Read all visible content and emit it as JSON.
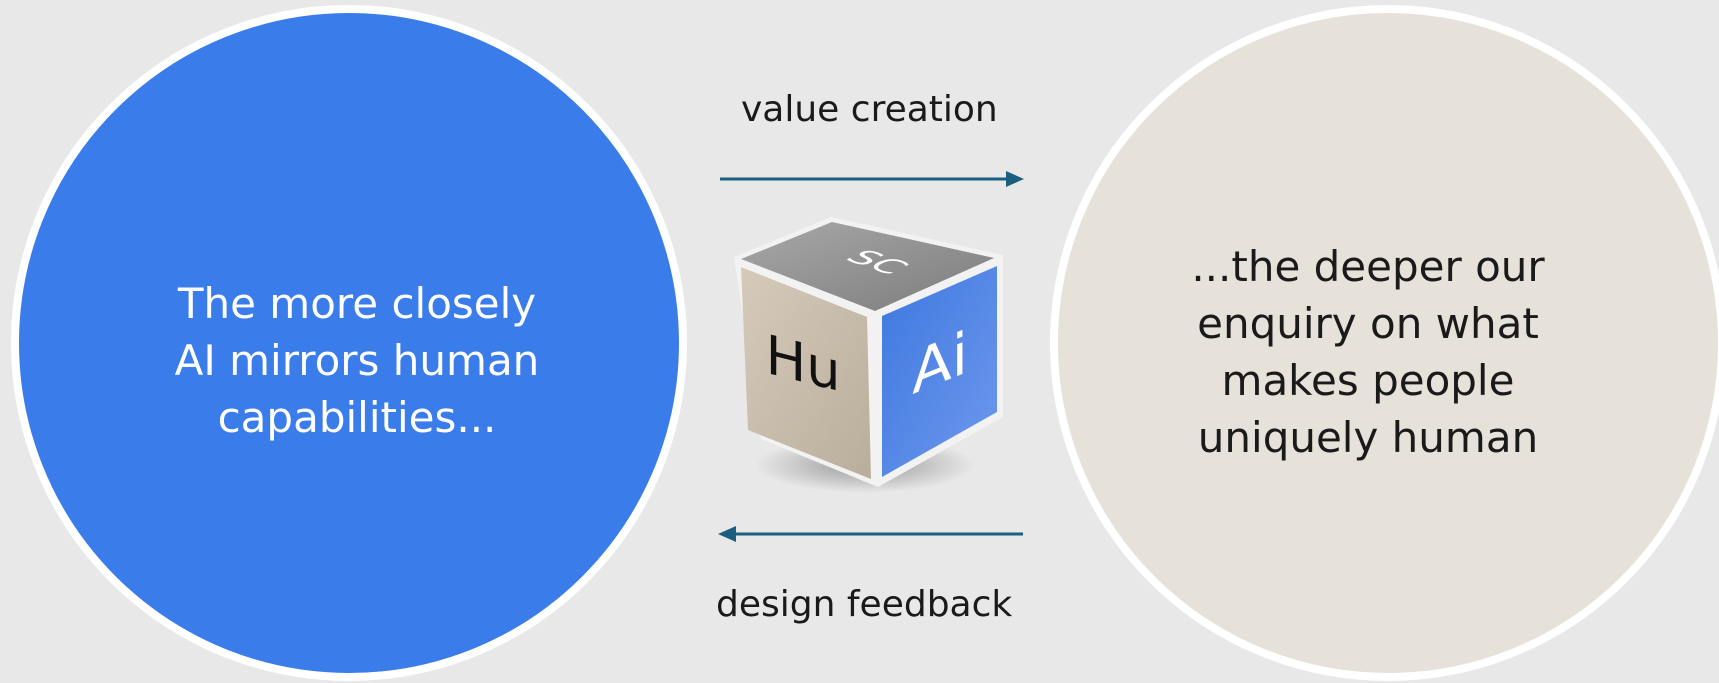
{
  "left_circle": {
    "lines": [
      "The more closely",
      "AI mirrors human",
      "capabilities..."
    ],
    "color": "#397cea"
  },
  "right_circle": {
    "lines": [
      "...the deeper our",
      "enquiry on what",
      "makes people",
      "uniquely human"
    ],
    "color": "#e6e1d9"
  },
  "arrows": {
    "top_label": "value creation",
    "bottom_label": "design feedback",
    "color": "#1b5e7e"
  },
  "cube": {
    "top_face": "SC",
    "left_face": "Hu",
    "right_face": "Ai"
  }
}
